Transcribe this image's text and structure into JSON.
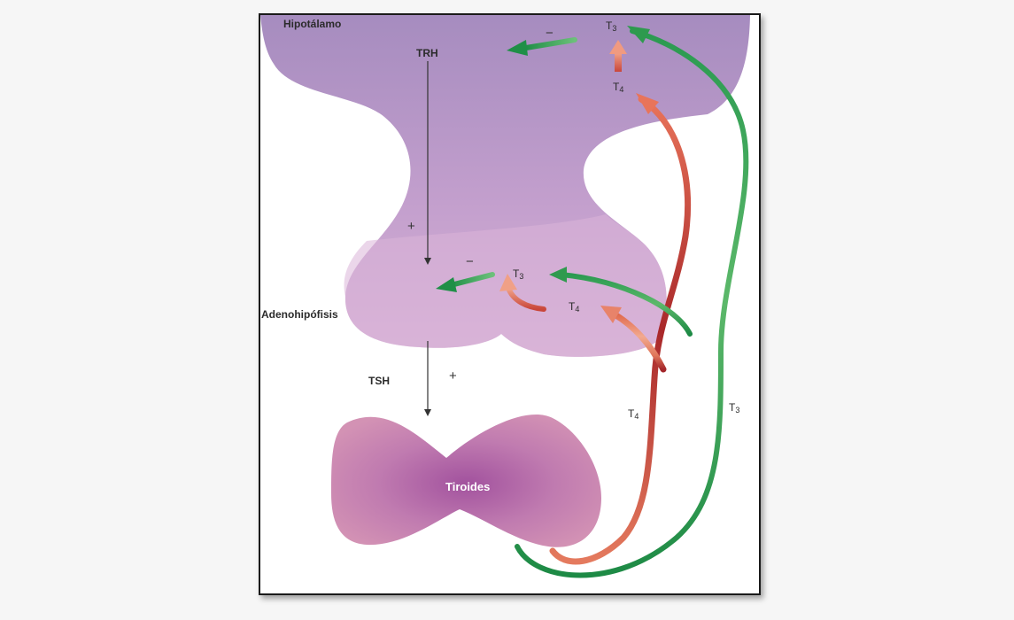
{
  "labels": {
    "hypothalamus": "Hipotálamo",
    "trh": "TRH",
    "adenohypophysis": "Adenohipófisis",
    "tsh": "TSH",
    "thyroid": "Tiroides",
    "plus_trh": "+",
    "plus_tsh": "+",
    "minus_hypothalamus": "−",
    "minus_pituitary": "−",
    "t_hypothalamus_3": "T",
    "t_hypothalamus_3_sub": "3",
    "t_hypothalamus_4": "T",
    "t_hypothalamus_4_sub": "4",
    "t_pituitary_3": "T",
    "t_pituitary_3_sub": "3",
    "t_pituitary_4": "T",
    "t_pituitary_4_sub": "4",
    "t_path_4": "T",
    "t_path_4_sub": "4",
    "t_path_3": "T",
    "t_path_3_sub": "3"
  },
  "colors": {
    "hypothalamus_fill_top": "#a88ec0",
    "hypothalamus_fill_bottom": "#c9a2cf",
    "pituitary_fill": "#d8b2d4",
    "thyroid_edge": "#cf8fb0",
    "thyroid_center": "#a45a9e",
    "t3_arrow": "#2f9a4e",
    "t4_arrow": "#e8836a",
    "t4_dark": "#a3262a"
  }
}
